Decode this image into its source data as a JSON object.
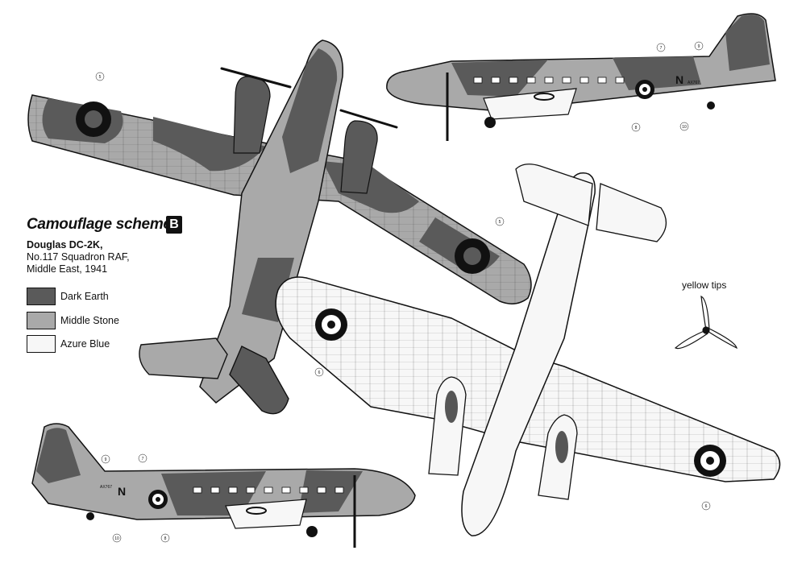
{
  "scheme": {
    "title": "Camouflage scheme",
    "variant": "B",
    "aircraft": "Douglas DC-2K,",
    "unit": "No.117 Squadron RAF,",
    "theatre": "Middle East, 1941"
  },
  "legend": [
    {
      "label": "Dark Earth",
      "color": "#5a5a5a"
    },
    {
      "label": "Middle Stone",
      "color": "#a9a9a9"
    },
    {
      "label": "Azure Blue",
      "color": "#f7f7f7"
    }
  ],
  "propeller_note": "yellow tips",
  "markings": {
    "code_letter": "N",
    "serial": "AX767"
  },
  "callouts": [
    "5",
    "6",
    "7",
    "8",
    "9",
    "10"
  ],
  "colors": {
    "dark_earth": "#5a5a5a",
    "middle_stone": "#a9a9a9",
    "azure_blue": "#f7f7f7",
    "outline": "#111111"
  }
}
